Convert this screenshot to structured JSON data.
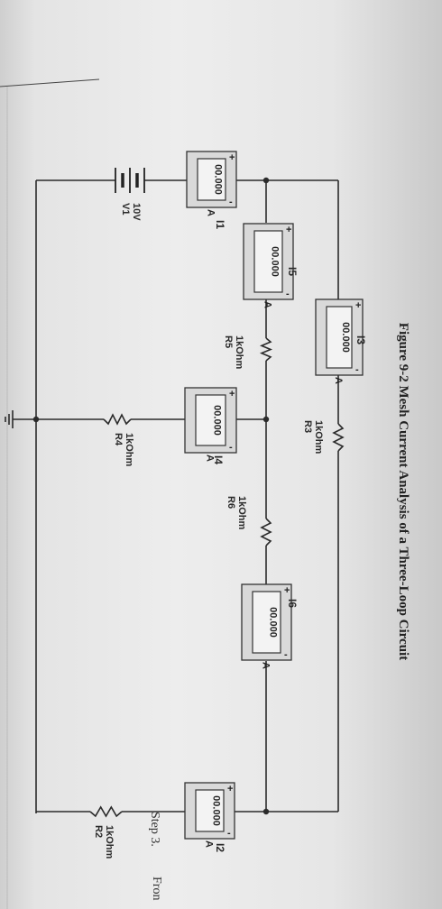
{
  "figure": {
    "title": "Figure 9-2  Mesh Current Analysis of a Three-Loop Circuit"
  },
  "source": {
    "label": "10V",
    "name": "V1"
  },
  "meters": [
    {
      "id": "I1",
      "value": "00.000",
      "unit": "A",
      "label": "I1"
    },
    {
      "id": "I5",
      "value": "00.000",
      "unit": "A",
      "label": "I5"
    },
    {
      "id": "I3",
      "value": "00.000",
      "unit": "A",
      "label": "I3"
    },
    {
      "id": "I4",
      "value": "00.000",
      "unit": "A",
      "label": "I4"
    },
    {
      "id": "I6",
      "value": "00.000",
      "unit": "A",
      "label": "I6"
    },
    {
      "id": "I2",
      "value": "00.000",
      "unit": "A",
      "label": "I2"
    }
  ],
  "resistors": [
    {
      "id": "R5",
      "value": "1kOhm",
      "name": "R5"
    },
    {
      "id": "R3",
      "value": "1kOhm",
      "name": "R3"
    },
    {
      "id": "R4",
      "value": "1kOhm",
      "name": "R4"
    },
    {
      "id": "R6",
      "value": "1kOhm",
      "name": "R6"
    },
    {
      "id": "R2",
      "value": "1kOhm",
      "name": "R2"
    }
  ],
  "body_text": {
    "step": "Step 3.",
    "from": "Fron"
  },
  "meter_polarity": {
    "plus": "+",
    "minus": "-"
  }
}
